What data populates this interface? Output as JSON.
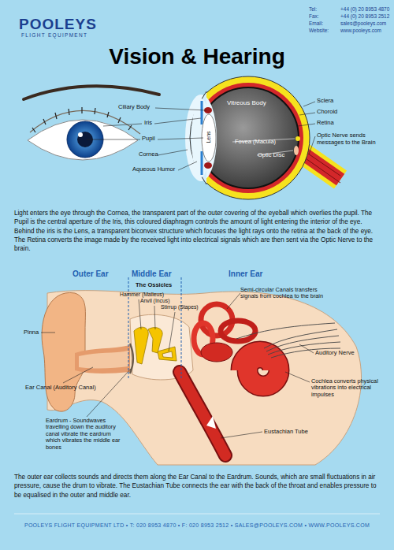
{
  "diagram": {
    "title": "Vision & Hearing",
    "labels": [
      "POOLEYS",
      "FLIGHT EQUIPMENT",
      "Tel:",
      "+44 (0) 20 8953 4870",
      "Fax:",
      "+44 (0) 20 8953 2512",
      "Email:",
      "sales@pooleys.com",
      "Website:",
      "www.pooleys.com",
      "Ciliary Body",
      "Iris",
      "Pupil",
      "Cornea",
      "Aqueous Humor",
      "Lens",
      "Vitreous Body",
      "Fovea (Macula)",
      "Optic Disc",
      "Sclera",
      "Choroid",
      "Retina",
      "Optic Nerve sends messages to the Brain",
      "Light enters the eye through the Cornea, the transparent part of the outer covering of the eyeball which overlies the pupil. The Pupil is the central aperture of the Iris, this coloured diaphragm controls the amount of light entering the interior of the eye. Behind the iris is the Lens, a transparent biconvex structure which focuses the light rays onto the retina at the back of the eye. The Retina converts the image made by the received light into electrical signals which are then sent via the Optic Nerve to the brain.",
      "Outer Ear",
      "Middle Ear",
      "Inner Ear",
      "The Ossicles",
      "Hammer (Malleus)",
      "Anvil (Incus)",
      "Stirrup (Stapes)",
      "Pinna",
      "Ear Canal (Auditory Canal)",
      "Semi-circular Canals transfers signals from cochlea to the brain",
      "Auditory Nerve",
      "Cochlea converts physical vibrations into electrical impulses",
      "Eardrum - Soundwaves travelling down the auditory canal vibrate the eardrum which vibrates the middle ear bones",
      "Eustachian Tube",
      "The outer ear collects sounds and directs them along the Ear Canal to the Eardrum. Sounds, which are small fluctuations in air pressure, cause the drum to vibrate. The Eustachian Tube connects the ear with the back of the throat and enables pressure to be equalised in the outer and middle ear.",
      "POOLEYS FLIGHT EQUIPMENT LTD • T: 020 8953 4870 • F: 020 8953 2512 • SALES@POOLEYS.COM • WWW.POOLEYS.COM"
    ]
  }
}
